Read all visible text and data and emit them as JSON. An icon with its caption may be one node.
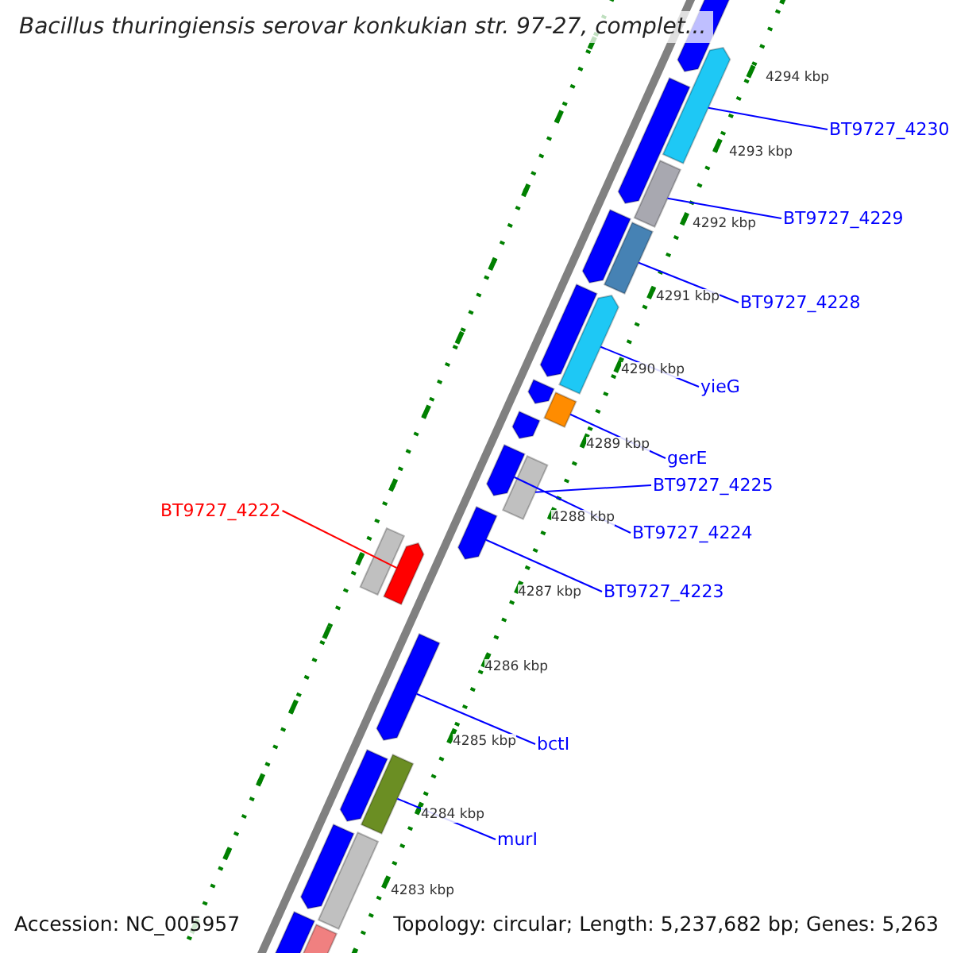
{
  "diagram": {
    "title": "Bacillus thuringiensis serovar konkukian str. 97-27, complet...",
    "nodes": [
      {
        "text": [
          "BT9727_4230"
        ]
      },
      {
        "text": [],
        "shape": "bar"
      },
      {
        "text": [
          "BT9727_4229"
        ]
      },
      {
        "text": [],
        "shape": "bar"
      },
      {
        "text": [
          "BT9727_4228"
        ]
      },
      {
        "text": [],
        "shape": "bar"
      },
      {
        "text": [
          "yieG"
        ]
      },
      {
        "text": [],
        "shape": "bar"
      },
      {
        "text": [
          "gerE"
        ]
      },
      {
        "text": [],
        "shape": "bar"
      },
      {
        "text": [
          "BT9727_4225"
        ]
      },
      {
        "text": [],
        "shape": "bar"
      },
      {
        "text": [
          "BT9727_4222"
        ]
      },
      {
        "text": [],
        "shape": "bar"
      },
      {
        "text": [
          "BT9727_4224"
        ]
      },
      {
        "text": [],
        "shape": "bar"
      },
      {
        "text": [
          "BT9727_4223"
        ]
      },
      {
        "text": [],
        "shape": "bar"
      },
      {
        "text": [
          "bctI"
        ]
      },
      {
        "text": [],
        "shape": "bar"
      },
      {
        "text": [
          "murI"
        ]
      },
      {
        "text": [],
        "shape": "bar"
      },
      {
        "text": [],
        "shape": "bar"
      },
      {
        "text": [],
        "shape": "bar"
      },
      {
        "text": [],
        "shape": "bar"
      },
      {
        "text": [],
        "shape": "bar"
      },
      {
        "text": [],
        "shape": "bar"
      },
      {
        "text": [],
        "shape": "bar"
      },
      {
        "text": [],
        "shape": "bar"
      },
      {
        "text": [],
        "shape": "bar"
      },
      {
        "text": [],
        "shape": "bar"
      },
      {
        "text": [],
        "shape": "bar"
      },
      {
        "text": [],
        "shape": "bar"
      },
      {
        "text": [],
        "shape": "bar"
      }
    ],
    "edges": [
      {
        "from": 0,
        "to": 1,
        "arrow": "none"
      },
      {
        "from": 2,
        "to": 3,
        "arrow": "none"
      },
      {
        "from": 4,
        "to": 5,
        "arrow": "none"
      },
      {
        "from": 6,
        "to": 7,
        "arrow": "none"
      },
      {
        "from": 8,
        "to": 9,
        "arrow": "none"
      },
      {
        "from": 10,
        "to": 11,
        "arrow": "none"
      },
      {
        "from": 12,
        "to": 13,
        "arrow": "none",
        "color": "#ff0000"
      },
      {
        "from": 14,
        "to": 15,
        "arrow": "none"
      },
      {
        "from": 16,
        "to": 17,
        "arrow": "none"
      },
      {
        "from": 18,
        "to": 19,
        "arrow": "none"
      },
      {
        "from": 20,
        "to": 21,
        "arrow": "none"
      }
    ],
    "labels": [
      "4294 kbp",
      "4293 kbp",
      "4292 kbp",
      "4291 kbp",
      "4290 kbp",
      "4289 kbp",
      "4288 kbp",
      "4287 kbp",
      "4286 kbp",
      "4285 kbp",
      "4284 kbp",
      "4283 kbp",
      "Accession: NC_005957",
      "Topology: circular; Length: 5,237,682 bp; Genes: 5,263"
    ]
  }
}
